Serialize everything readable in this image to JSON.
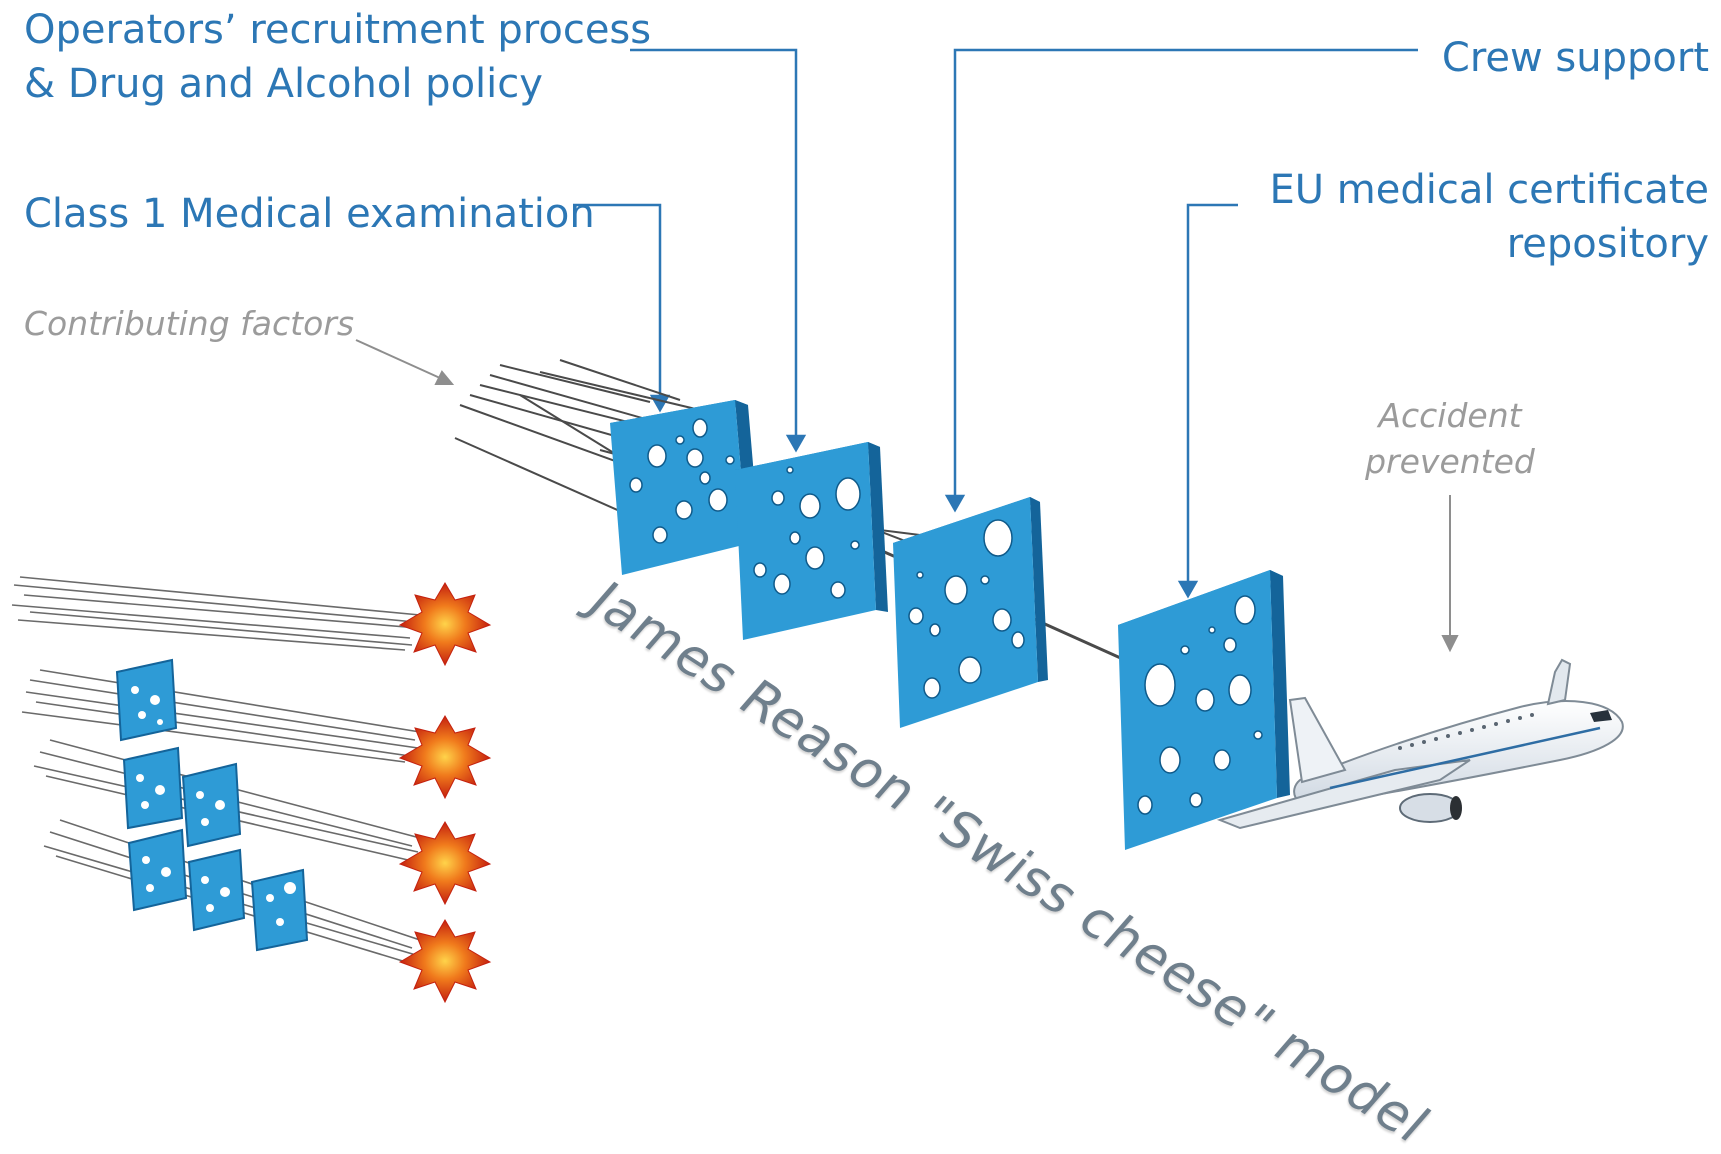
{
  "labels": {
    "recruitment_line1": "Operators’ recruitment process",
    "recruitment_line2": "& Drug and Alcohol policy",
    "crew_support": "Crew support",
    "class1_medical": "Class 1 Medical examination",
    "eu_cert_line1": "EU medical certificate",
    "eu_cert_line2": "repository",
    "contributing_factors": "Contributing factors",
    "accident_line1": "Accident",
    "accident_line2": "prevented",
    "model_title": "James Reason \"Swiss cheese\" model"
  },
  "colors": {
    "label_blue": "#2c77b5",
    "note_gray": "#9b9b9b",
    "slice_front": "#2e9bd6",
    "slice_edge": "#14649a",
    "explosion": "#e2461b"
  },
  "icons": {
    "barrier": "swiss-cheese-slice",
    "accident": "explosion-icon",
    "aircraft": "airplane-icon"
  }
}
